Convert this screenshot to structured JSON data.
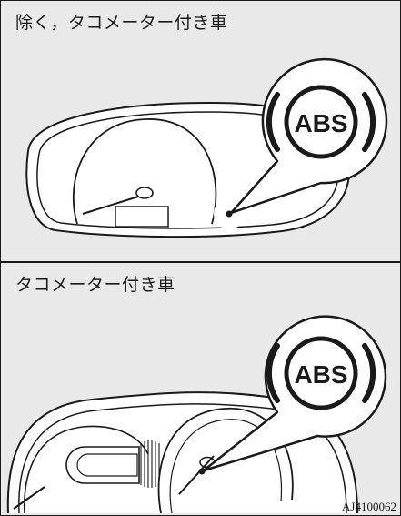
{
  "panels": [
    {
      "caption": "除く，タコメーター付き車",
      "indicator_text": "ABS",
      "indicator_icon": "abs-warning-lamp-icon"
    },
    {
      "caption": "タコメーター付き車",
      "indicator_text": "ABS",
      "indicator_icon": "abs-warning-lamp-icon"
    }
  ],
  "figure_code": "AJ4100062",
  "colors": {
    "background": "#e9e9e9",
    "line": "#1a1a1a",
    "white": "#ffffff"
  }
}
